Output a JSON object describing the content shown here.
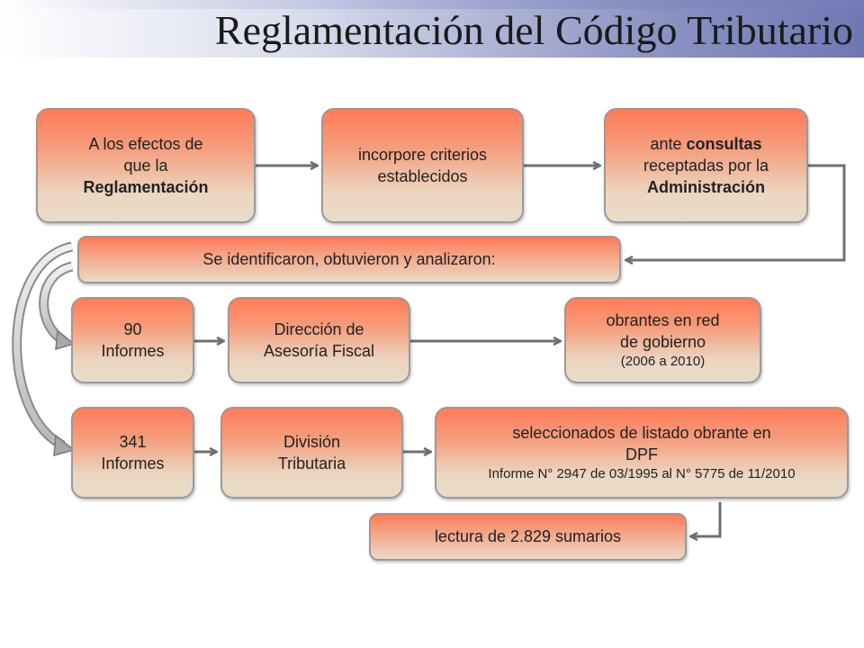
{
  "slide": {
    "title": "Reglamentación del Código Tributario"
  },
  "flow": {
    "box1": {
      "line1": "A los efectos de",
      "line2": "que la",
      "line3": "Reglamentación"
    },
    "box2": {
      "line1": "incorpore criterios",
      "line2": "establecidos"
    },
    "box3": {
      "line1": "ante ",
      "line1_bold": "consultas",
      "line2": "receptadas por la",
      "line3": "Administración"
    },
    "banner": "Se identificaron, obtuvieron y analizaron:",
    "row1": {
      "count": {
        "line1": "90",
        "line2": "Informes"
      },
      "source": {
        "line1": "Dirección de",
        "line2": "Asesoría Fiscal"
      },
      "detail": {
        "line1": "obrantes en red",
        "line2": "de gobierno",
        "line3": "(2006 a 2010)"
      }
    },
    "row2": {
      "count": {
        "line1": "341",
        "line2": "Informes"
      },
      "source": {
        "line1": "División",
        "line2": "Tributaria"
      },
      "detail": {
        "line1": "seleccionados de listado obrante en",
        "line2": "DPF",
        "line3": "Informe N° 2947 de 03/1995 al N° 5775 de 11/2010"
      }
    },
    "summary": "lectura de 2.829 sumarios"
  },
  "colors": {
    "box_top": "#ff7b59",
    "box_bottom": "#e8dcc7",
    "connector": "#707070"
  }
}
